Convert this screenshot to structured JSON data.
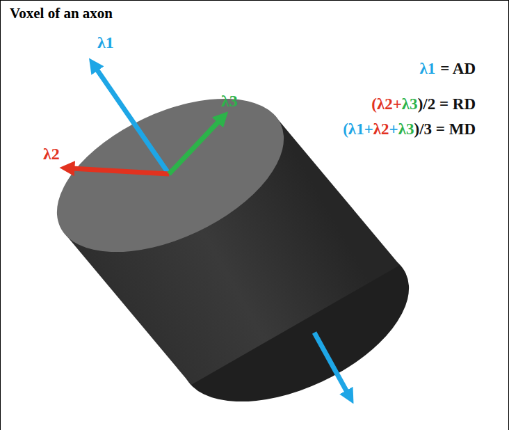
{
  "diagram": {
    "title": "Voxel of an axon",
    "labels": [
      "λ1",
      "λ2",
      "λ3",
      "λ1",
      "= AD",
      "(",
      "λ2",
      "+",
      "λ3",
      ")/2 = RD",
      "(",
      "λ1",
      "+",
      "λ2",
      "+",
      "λ3",
      ")/3 = MD"
    ]
  }
}
